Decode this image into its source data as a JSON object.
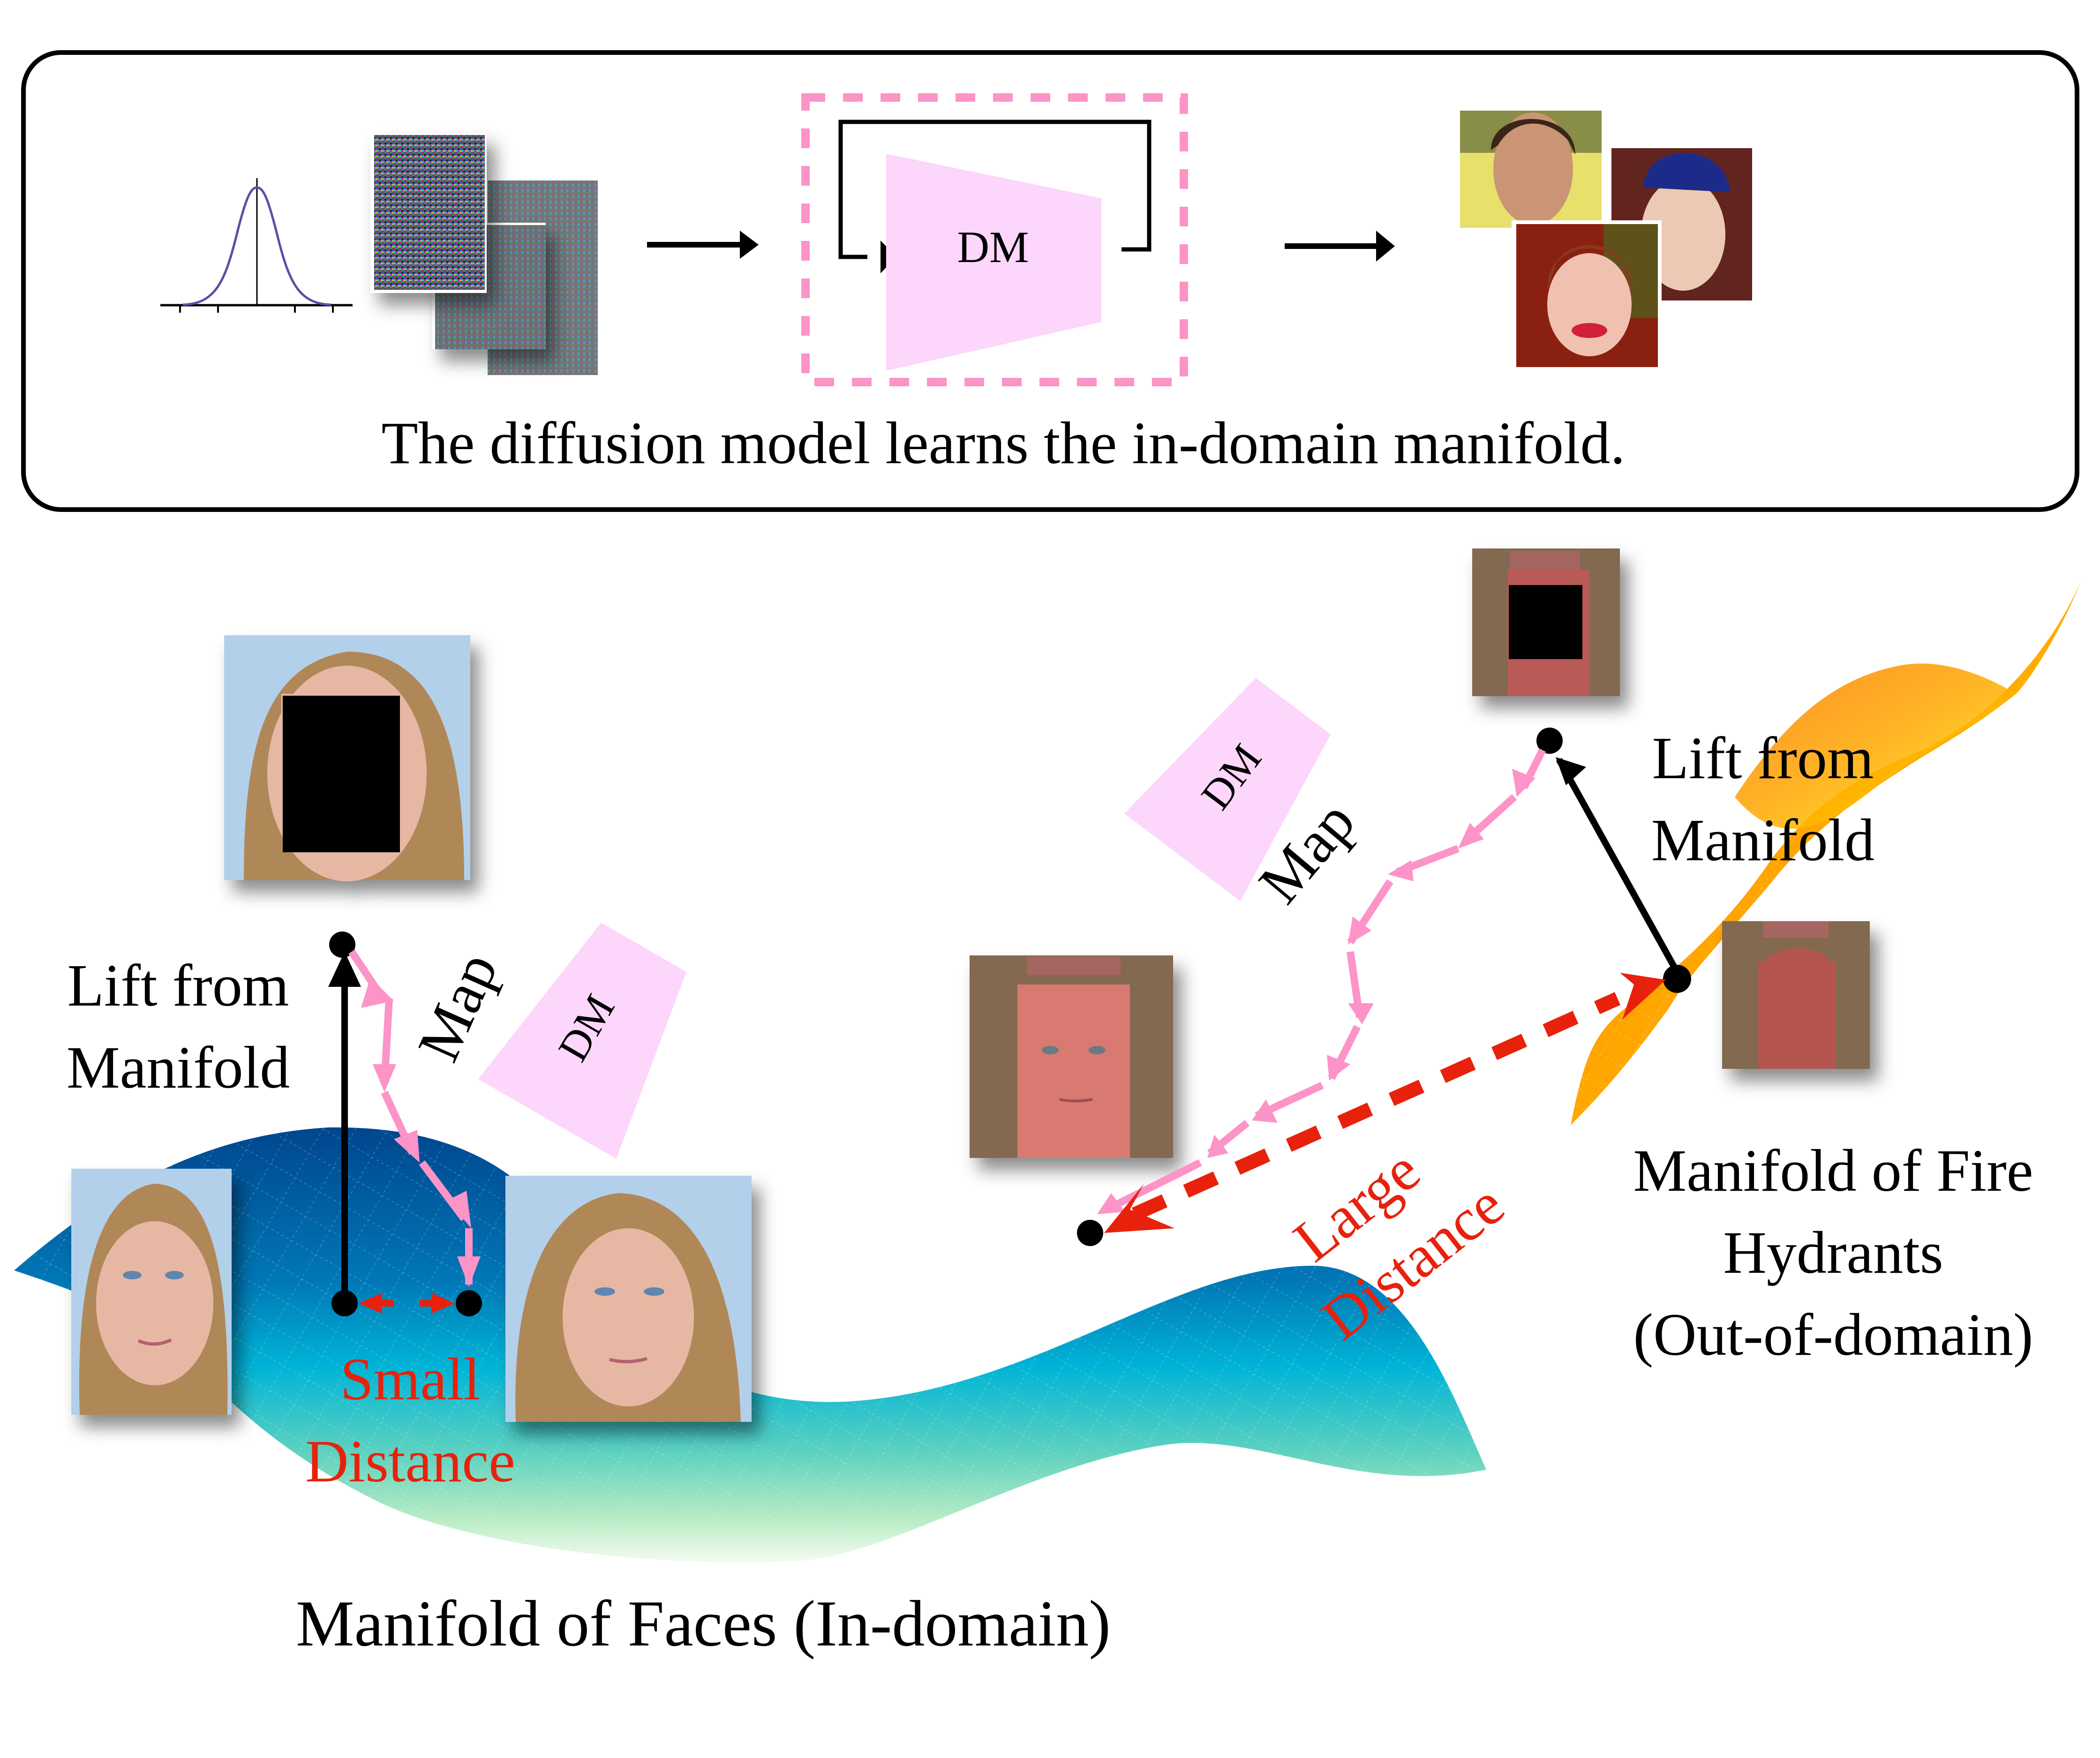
{
  "top_panel": {
    "caption": "The diffusion model learns the in-domain manifold.",
    "dm_label": "DM",
    "items": [
      {
        "name": "gaussian-distribution",
        "kind": "bell-curve"
      },
      {
        "name": "noise-samples",
        "count": 3
      },
      {
        "name": "diffusion-model",
        "label": "DM",
        "loop": "iterative-denoising"
      },
      {
        "name": "generated-faces",
        "count": 3
      }
    ]
  },
  "left_panel": {
    "lift_label_line1": "Lift from",
    "lift_label_line2": "Manifold",
    "map_label": "Map",
    "dm_label": "DM",
    "distance_line1": "Small",
    "distance_line2": "Distance",
    "manifold_caption": "Manifold of Faces (In-domain)",
    "images": [
      "masked-face-input",
      "original-face",
      "reconstructed-face"
    ]
  },
  "right_panel": {
    "lift_label_line1": "Lift from",
    "lift_label_line2": "Manifold",
    "map_label": "Map",
    "dm_label": "DM",
    "distance_line1": "Large",
    "distance_line2": "Distance",
    "manifold_caption_line1": "Manifold of Fire",
    "manifold_caption_line2": "Hydrants",
    "manifold_caption_line3": "(Out-of-domain)",
    "images": [
      "masked-hydrant-input",
      "original-hydrant",
      "hydrant-face-output"
    ]
  },
  "colors": {
    "dm_fill": "#fdd6fb",
    "dashed_border": "#fc94c8",
    "map_arrow": "#fc94c8",
    "distance_red": "#e8210d",
    "faces_manifold_top": "#00509a",
    "faces_manifold_mid": "#00b4d6",
    "faces_manifold_low": "#a8e6c0",
    "hydrant_manifold_orange": "#ff8c00",
    "hydrant_manifold_yellow": "#ffe800"
  }
}
